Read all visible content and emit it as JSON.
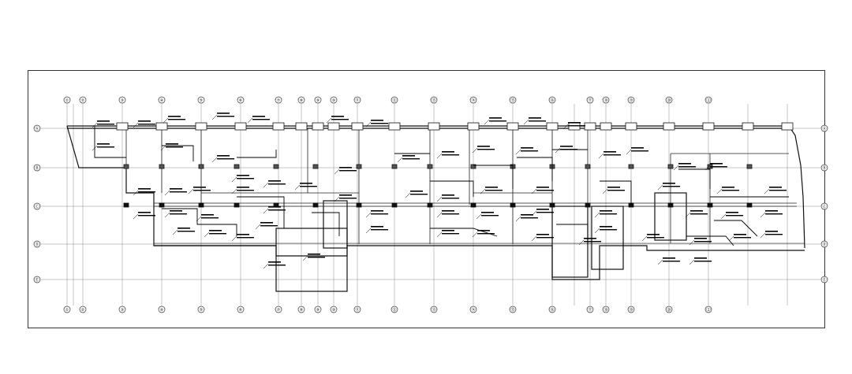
{
  "drawing": {
    "column_bubbles": [
      "①",
      "②",
      "③",
      "④",
      "⑤",
      "⑥",
      "⑦",
      "⑧",
      "⑨",
      "⑩",
      "⑪",
      "⑫",
      "⑬",
      "⑭",
      "⑮",
      "⑯",
      "⑰",
      "⑱",
      "⑲",
      "⑳",
      "⑴"
    ],
    "row_bubbles": [
      "Ⓐ",
      "Ⓑ",
      "Ⓒ",
      "Ⓓ",
      "Ⓔ"
    ]
  }
}
